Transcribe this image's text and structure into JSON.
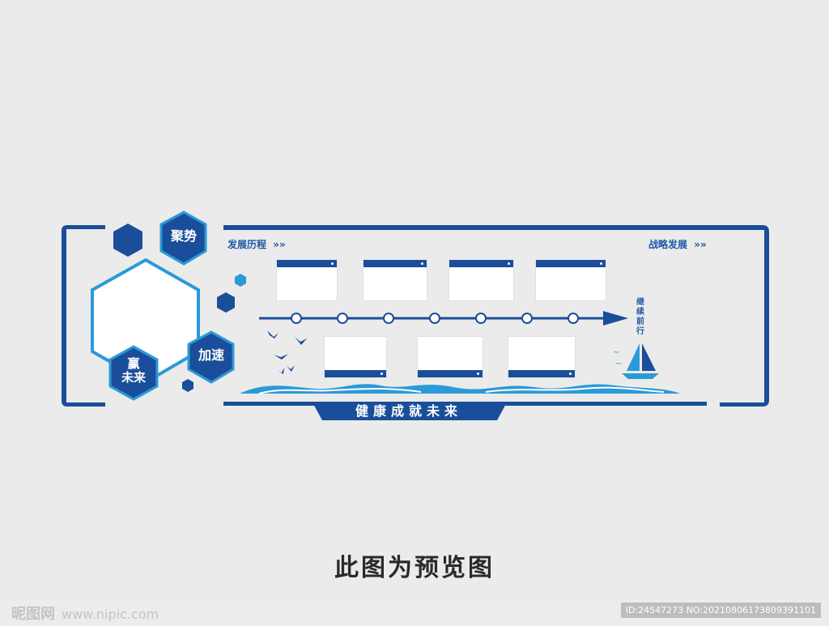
{
  "hexagons": {
    "top": "聚势",
    "right": "加速",
    "bottom_line1": "赢",
    "bottom_line2": "未来"
  },
  "timeline": {
    "left_label": "发展历程",
    "right_label": "战略发展",
    "chevrons": "»»",
    "end_label": "继续前行",
    "node_count": 7
  },
  "banner": {
    "title": "健康成就未来"
  },
  "preview_notice": "此图为预览图",
  "footer": {
    "site_name": "昵图网",
    "site_url": "www.nipic.com",
    "image_info": "ID:24547273 NO:20210806173809391101"
  },
  "colors": {
    "primary": "#1a4e9a",
    "accent": "#2a9ad8",
    "background": "#ebebeb"
  },
  "icons": [
    "hexagon-icon",
    "sailboat-icon",
    "bird-icon",
    "wave-decoration"
  ]
}
